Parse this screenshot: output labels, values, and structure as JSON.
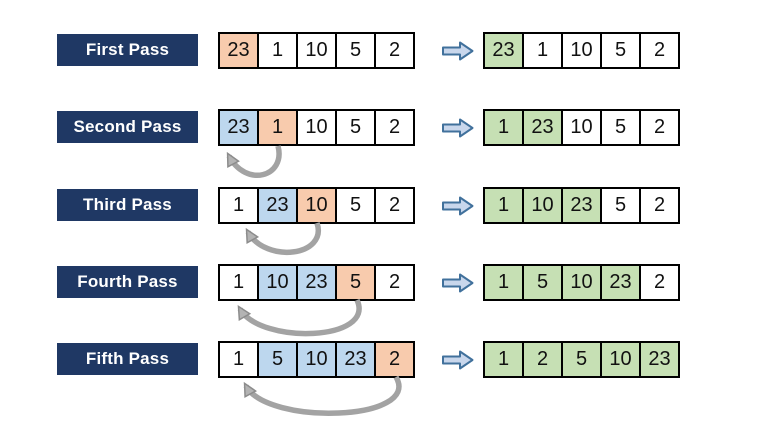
{
  "diagram": {
    "subject": "insertion-sort-passes",
    "colors": {
      "label_bg": "#1F3864",
      "label_text": "#FFFFFF",
      "cell_current": "#F8CBAD",
      "cell_sorted_region": "#BDD7EE",
      "cell_result": "#C6E0B4",
      "cell_plain": "#FFFFFF",
      "cell_border": "#000000",
      "block_arrow_fill": "#C9D7EC",
      "block_arrow_border": "#41719C",
      "swap_arrow": "#A6A6A6"
    },
    "icons": {
      "pass_arrow": "right-block-arrow",
      "swap_arrow": "curved-left-arrow"
    }
  },
  "passes": [
    {
      "label": "First Pass",
      "input": {
        "values": [
          "23",
          "1",
          "10",
          "5",
          "2"
        ],
        "highlights": [
          "orange",
          "white",
          "white",
          "white",
          "white"
        ]
      },
      "output": {
        "values": [
          "23",
          "1",
          "10",
          "5",
          "2"
        ],
        "highlights": [
          "green",
          "white",
          "white",
          "white",
          "white"
        ]
      },
      "swap": null
    },
    {
      "label": "Second Pass",
      "input": {
        "values": [
          "23",
          "1",
          "10",
          "5",
          "2"
        ],
        "highlights": [
          "blue",
          "orange",
          "white",
          "white",
          "white"
        ]
      },
      "output": {
        "values": [
          "1",
          "23",
          "10",
          "5",
          "2"
        ],
        "highlights": [
          "green",
          "green",
          "white",
          "white",
          "white"
        ]
      },
      "swap": {
        "from_index": 1,
        "to_index": 0
      }
    },
    {
      "label": "Third Pass",
      "input": {
        "values": [
          "1",
          "23",
          "10",
          "5",
          "2"
        ],
        "highlights": [
          "white",
          "blue",
          "orange",
          "white",
          "white"
        ]
      },
      "output": {
        "values": [
          "1",
          "10",
          "23",
          "5",
          "2"
        ],
        "highlights": [
          "green",
          "green",
          "green",
          "white",
          "white"
        ]
      },
      "swap": {
        "from_index": 2,
        "to_index": 1
      }
    },
    {
      "label": "Fourth Pass",
      "input": {
        "values": [
          "1",
          "10",
          "23",
          "5",
          "2"
        ],
        "highlights": [
          "white",
          "blue",
          "blue",
          "orange",
          "white"
        ]
      },
      "output": {
        "values": [
          "1",
          "5",
          "10",
          "23",
          "2"
        ],
        "highlights": [
          "green",
          "green",
          "green",
          "green",
          "white"
        ]
      },
      "swap": {
        "from_index": 3,
        "to_index": 1
      }
    },
    {
      "label": "Fifth Pass",
      "input": {
        "values": [
          "1",
          "5",
          "10",
          "23",
          "2"
        ],
        "highlights": [
          "white",
          "blue",
          "blue",
          "blue",
          "orange"
        ]
      },
      "output": {
        "values": [
          "1",
          "2",
          "5",
          "10",
          "23"
        ],
        "highlights": [
          "green",
          "green",
          "green",
          "green",
          "green"
        ]
      },
      "swap": {
        "from_index": 4,
        "to_index": 1
      }
    }
  ]
}
